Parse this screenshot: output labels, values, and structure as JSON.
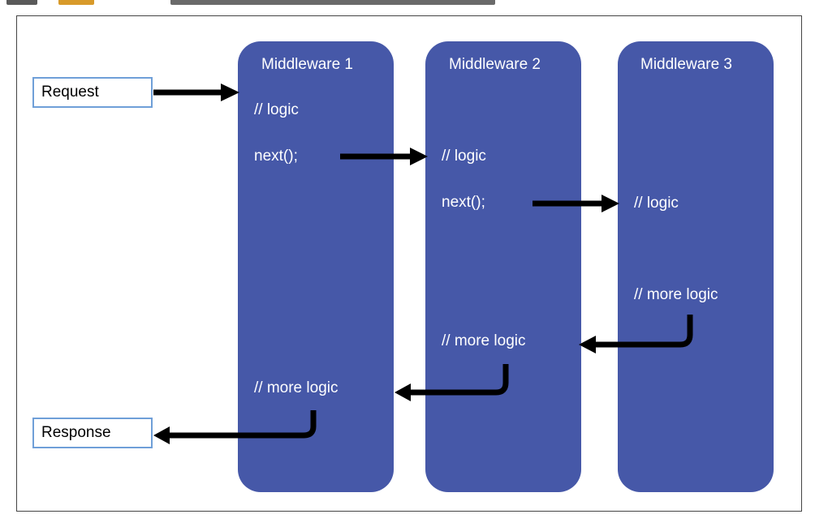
{
  "io": {
    "request": "Request",
    "response": "Response"
  },
  "middlewares": [
    {
      "title": "Middleware 1",
      "lines": [
        "// logic",
        "next();",
        "// more logic"
      ]
    },
    {
      "title": "Middleware 2",
      "lines": [
        "// logic",
        "next();",
        "// more logic"
      ]
    },
    {
      "title": "Middleware 3",
      "lines": [
        "// logic",
        "// more logic"
      ]
    }
  ],
  "colors": {
    "column_fill": "#4658a8",
    "box_border": "#6f9fd8",
    "arrow": "#000000",
    "text_on_column": "#ffffff"
  }
}
